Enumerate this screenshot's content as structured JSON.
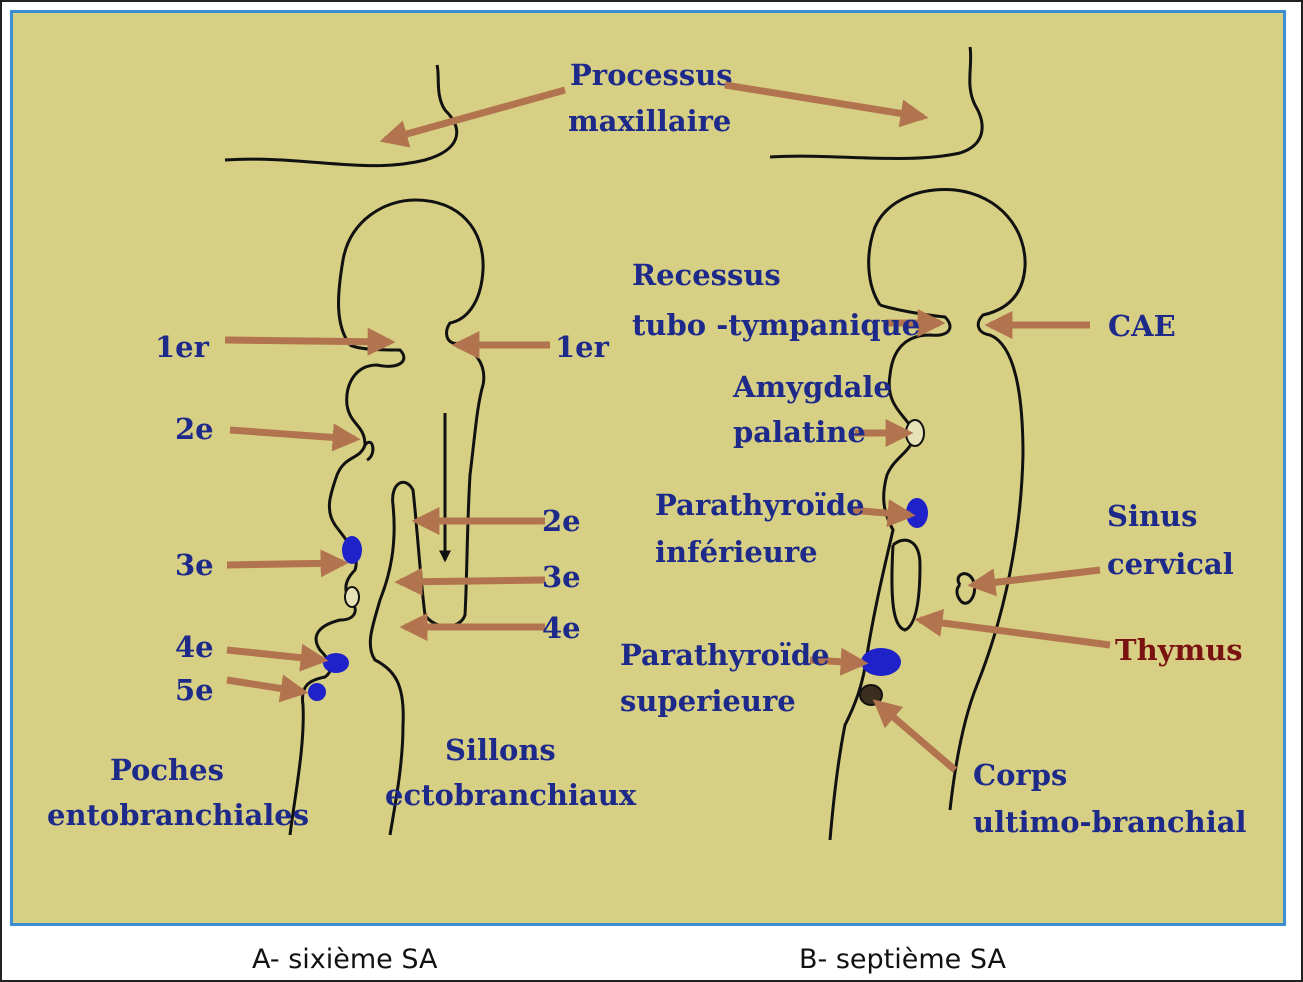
{
  "panel_a": {
    "processus_line1": "Processus",
    "processus_line2": "maxillaire",
    "left_labels": [
      "1er",
      "2e",
      "3e",
      "4e",
      "5e"
    ],
    "right_labels": [
      "1er",
      "2e",
      "3e",
      "4e"
    ],
    "poches_line1": "Poches",
    "poches_line2": "entobranchiales",
    "sillons_line1": "Sillons",
    "sillons_line2": "ectobranchiaux"
  },
  "panel_b": {
    "recessus_line1": "Recessus",
    "recessus_line2": "tubo -tympanique",
    "cae": "CAE",
    "amygdale_line1": "Amygdale",
    "amygdale_line2": "palatine",
    "parathyroide_inf_line1": "Parathyroïde",
    "parathyroide_inf_line2": "inférieure",
    "sinus_line1": "Sinus",
    "sinus_line2": "cervical",
    "thymus": "Thymus",
    "parathyroide_sup_line1": "Parathyroïde",
    "parathyroide_sup_line2": "superieure",
    "corps_line1": "Corps",
    "corps_line2": "ultimo-branchial"
  },
  "captions": {
    "a": "A- sixième  SA",
    "b": "B- septième  SA"
  },
  "colors": {
    "background": "#d7cf84",
    "border": "#3a8fd6",
    "arrow": "#b2744f",
    "outline": "#111111",
    "gland": "#1f22c8",
    "label_blue": "#1e2a8a",
    "label_red": "#7a1212"
  }
}
